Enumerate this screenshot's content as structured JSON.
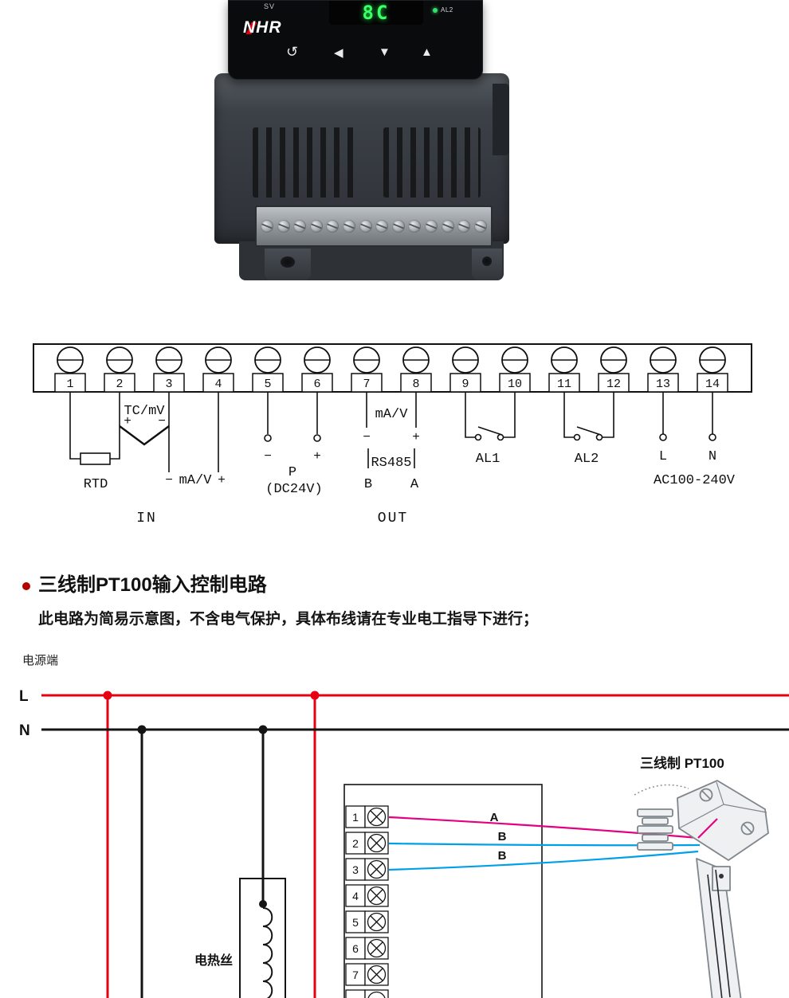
{
  "device": {
    "brand": "NHR",
    "sv_label": "SV",
    "display_value": "8C",
    "al2_label": "AL2",
    "btn_cycle": "↺",
    "btn_left": "◀",
    "btn_down": "▼",
    "btn_up": "▲"
  },
  "strip": {
    "numbers": [
      "1",
      "2",
      "3",
      "4",
      "5",
      "6",
      "7",
      "8",
      "9",
      "10",
      "11",
      "12",
      "13",
      "14"
    ],
    "tc_label": "TC/mV",
    "rtd_label": "RTD",
    "ma_v": "mA/V",
    "p_label": "P",
    "dc24v_label": "(DC24V)",
    "rs485_label": "RS485",
    "b_label": "B",
    "a_label": "A",
    "al1_label": "AL1",
    "al2_label": "AL2",
    "l_label": "L",
    "n_label": "N",
    "ac_label": "AC100-240V",
    "in_label": "IN",
    "out_label": "OUT",
    "plus": "+",
    "minus": "−"
  },
  "circuit": {
    "title": "三线制PT100输入控制电路",
    "subtitle": "此电路为简易示意图，不含电气保护，具体布线请在专业电工指导下进行；",
    "power_label": "电源端",
    "line_l": "L",
    "line_n": "N",
    "heater_label": "电热丝",
    "sensor_label": "三线制 PT100",
    "wire_a": "A",
    "wire_b1": "B",
    "wire_b2": "B",
    "block_numbers": [
      "1",
      "2",
      "3",
      "4",
      "5",
      "6",
      "7"
    ],
    "colors": {
      "live": "#e60012",
      "neutral": "#141414",
      "wire_a_color": "#e4007f",
      "wire_b_color": "#00a0e9"
    }
  }
}
